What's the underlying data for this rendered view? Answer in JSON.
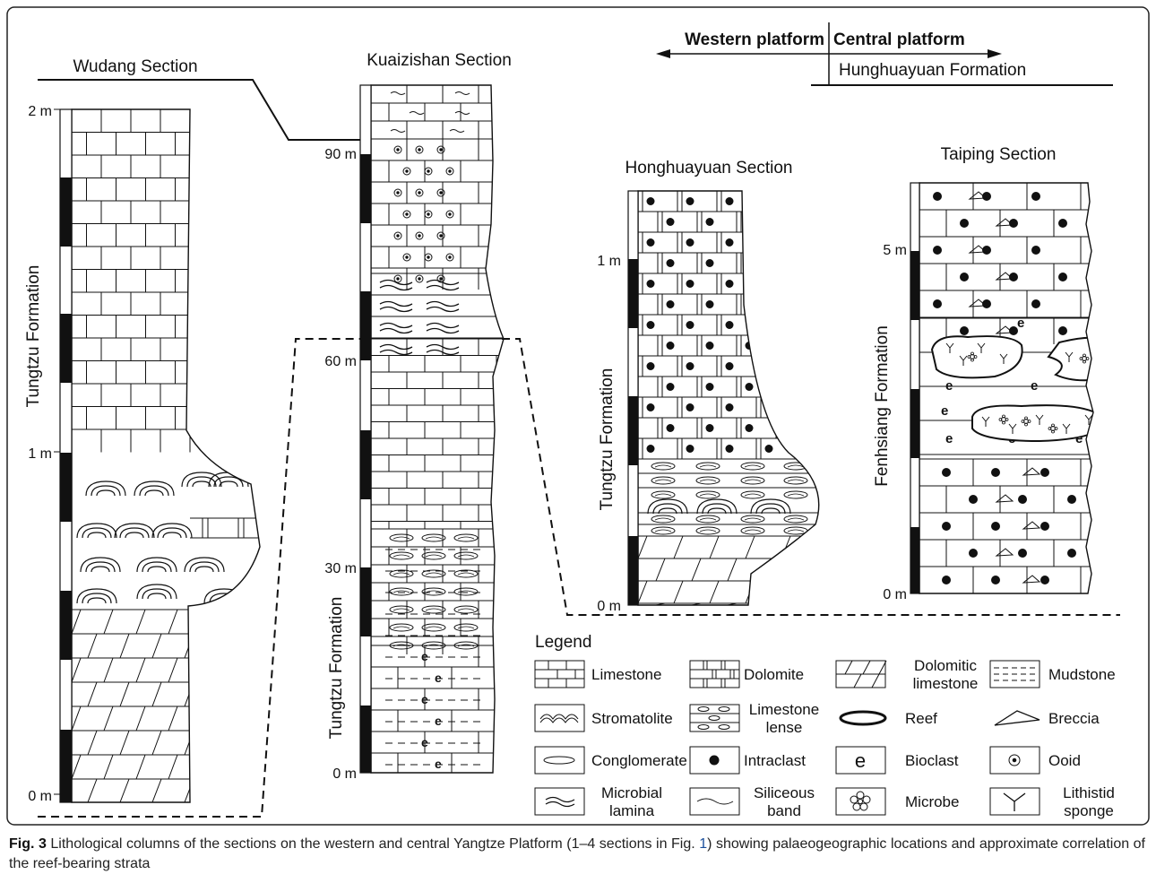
{
  "platforms": {
    "western": "Western platform",
    "central": "Central platform",
    "formation": "Hunghuayuan Formation"
  },
  "sections": {
    "wudang": {
      "title": "Wudang Section",
      "formation": "Tungtzu Formation",
      "ticks": [
        "2 m",
        "1 m",
        "0 m"
      ]
    },
    "kuaizishan": {
      "title": "Kuaizishan Section",
      "formation": "Tungtzu Formation",
      "ticks": [
        "90 m",
        "60 m",
        "30 m",
        "0 m"
      ]
    },
    "honghuayuan": {
      "title": "Honghuayuan Section",
      "formation": "Tungtzu Formation",
      "ticks": [
        "1 m",
        "0 m"
      ]
    },
    "taiping": {
      "title": "Taiping Section",
      "formation": "Fenhsiang Formation",
      "ticks": [
        "5 m",
        "0 m"
      ]
    }
  },
  "legend": {
    "title": "Legend",
    "items": [
      {
        "key": "limestone",
        "label": [
          "Limestone"
        ]
      },
      {
        "key": "dolomite",
        "label": [
          "Dolomite"
        ]
      },
      {
        "key": "dolomitic-limestone",
        "label": [
          "Dolomitic",
          "limestone"
        ]
      },
      {
        "key": "mudstone",
        "label": [
          "Mudstone"
        ]
      },
      {
        "key": "stromatolite",
        "label": [
          "Stromatolite"
        ]
      },
      {
        "key": "limestone-lense",
        "label": [
          "Limestone",
          "lense"
        ]
      },
      {
        "key": "reef",
        "label": [
          "Reef"
        ]
      },
      {
        "key": "breccia",
        "label": [
          "Breccia"
        ]
      },
      {
        "key": "conglomerate",
        "label": [
          "Conglomerate"
        ]
      },
      {
        "key": "intraclast",
        "label": [
          "Intraclast"
        ]
      },
      {
        "key": "bioclast",
        "label": [
          "Bioclast"
        ]
      },
      {
        "key": "ooid",
        "label": [
          "Ooid"
        ]
      },
      {
        "key": "microbial-lamina",
        "label": [
          "Microbial",
          "lamina"
        ]
      },
      {
        "key": "siliceous-band",
        "label": [
          "Siliceous",
          "band"
        ]
      },
      {
        "key": "microbe",
        "label": [
          "Microbe"
        ]
      },
      {
        "key": "lithistid-sponge",
        "label": [
          "Lithistid",
          "sponge"
        ]
      }
    ]
  },
  "caption": {
    "label": "Fig. 3",
    "text_before": " Lithological columns of the sections on the western and central Yangtze Platform (1–4 sections in Fig. ",
    "ref": "1",
    "text_after": ") showing palaeogeographic locations and approximate correlation of the reef-bearing strata"
  }
}
